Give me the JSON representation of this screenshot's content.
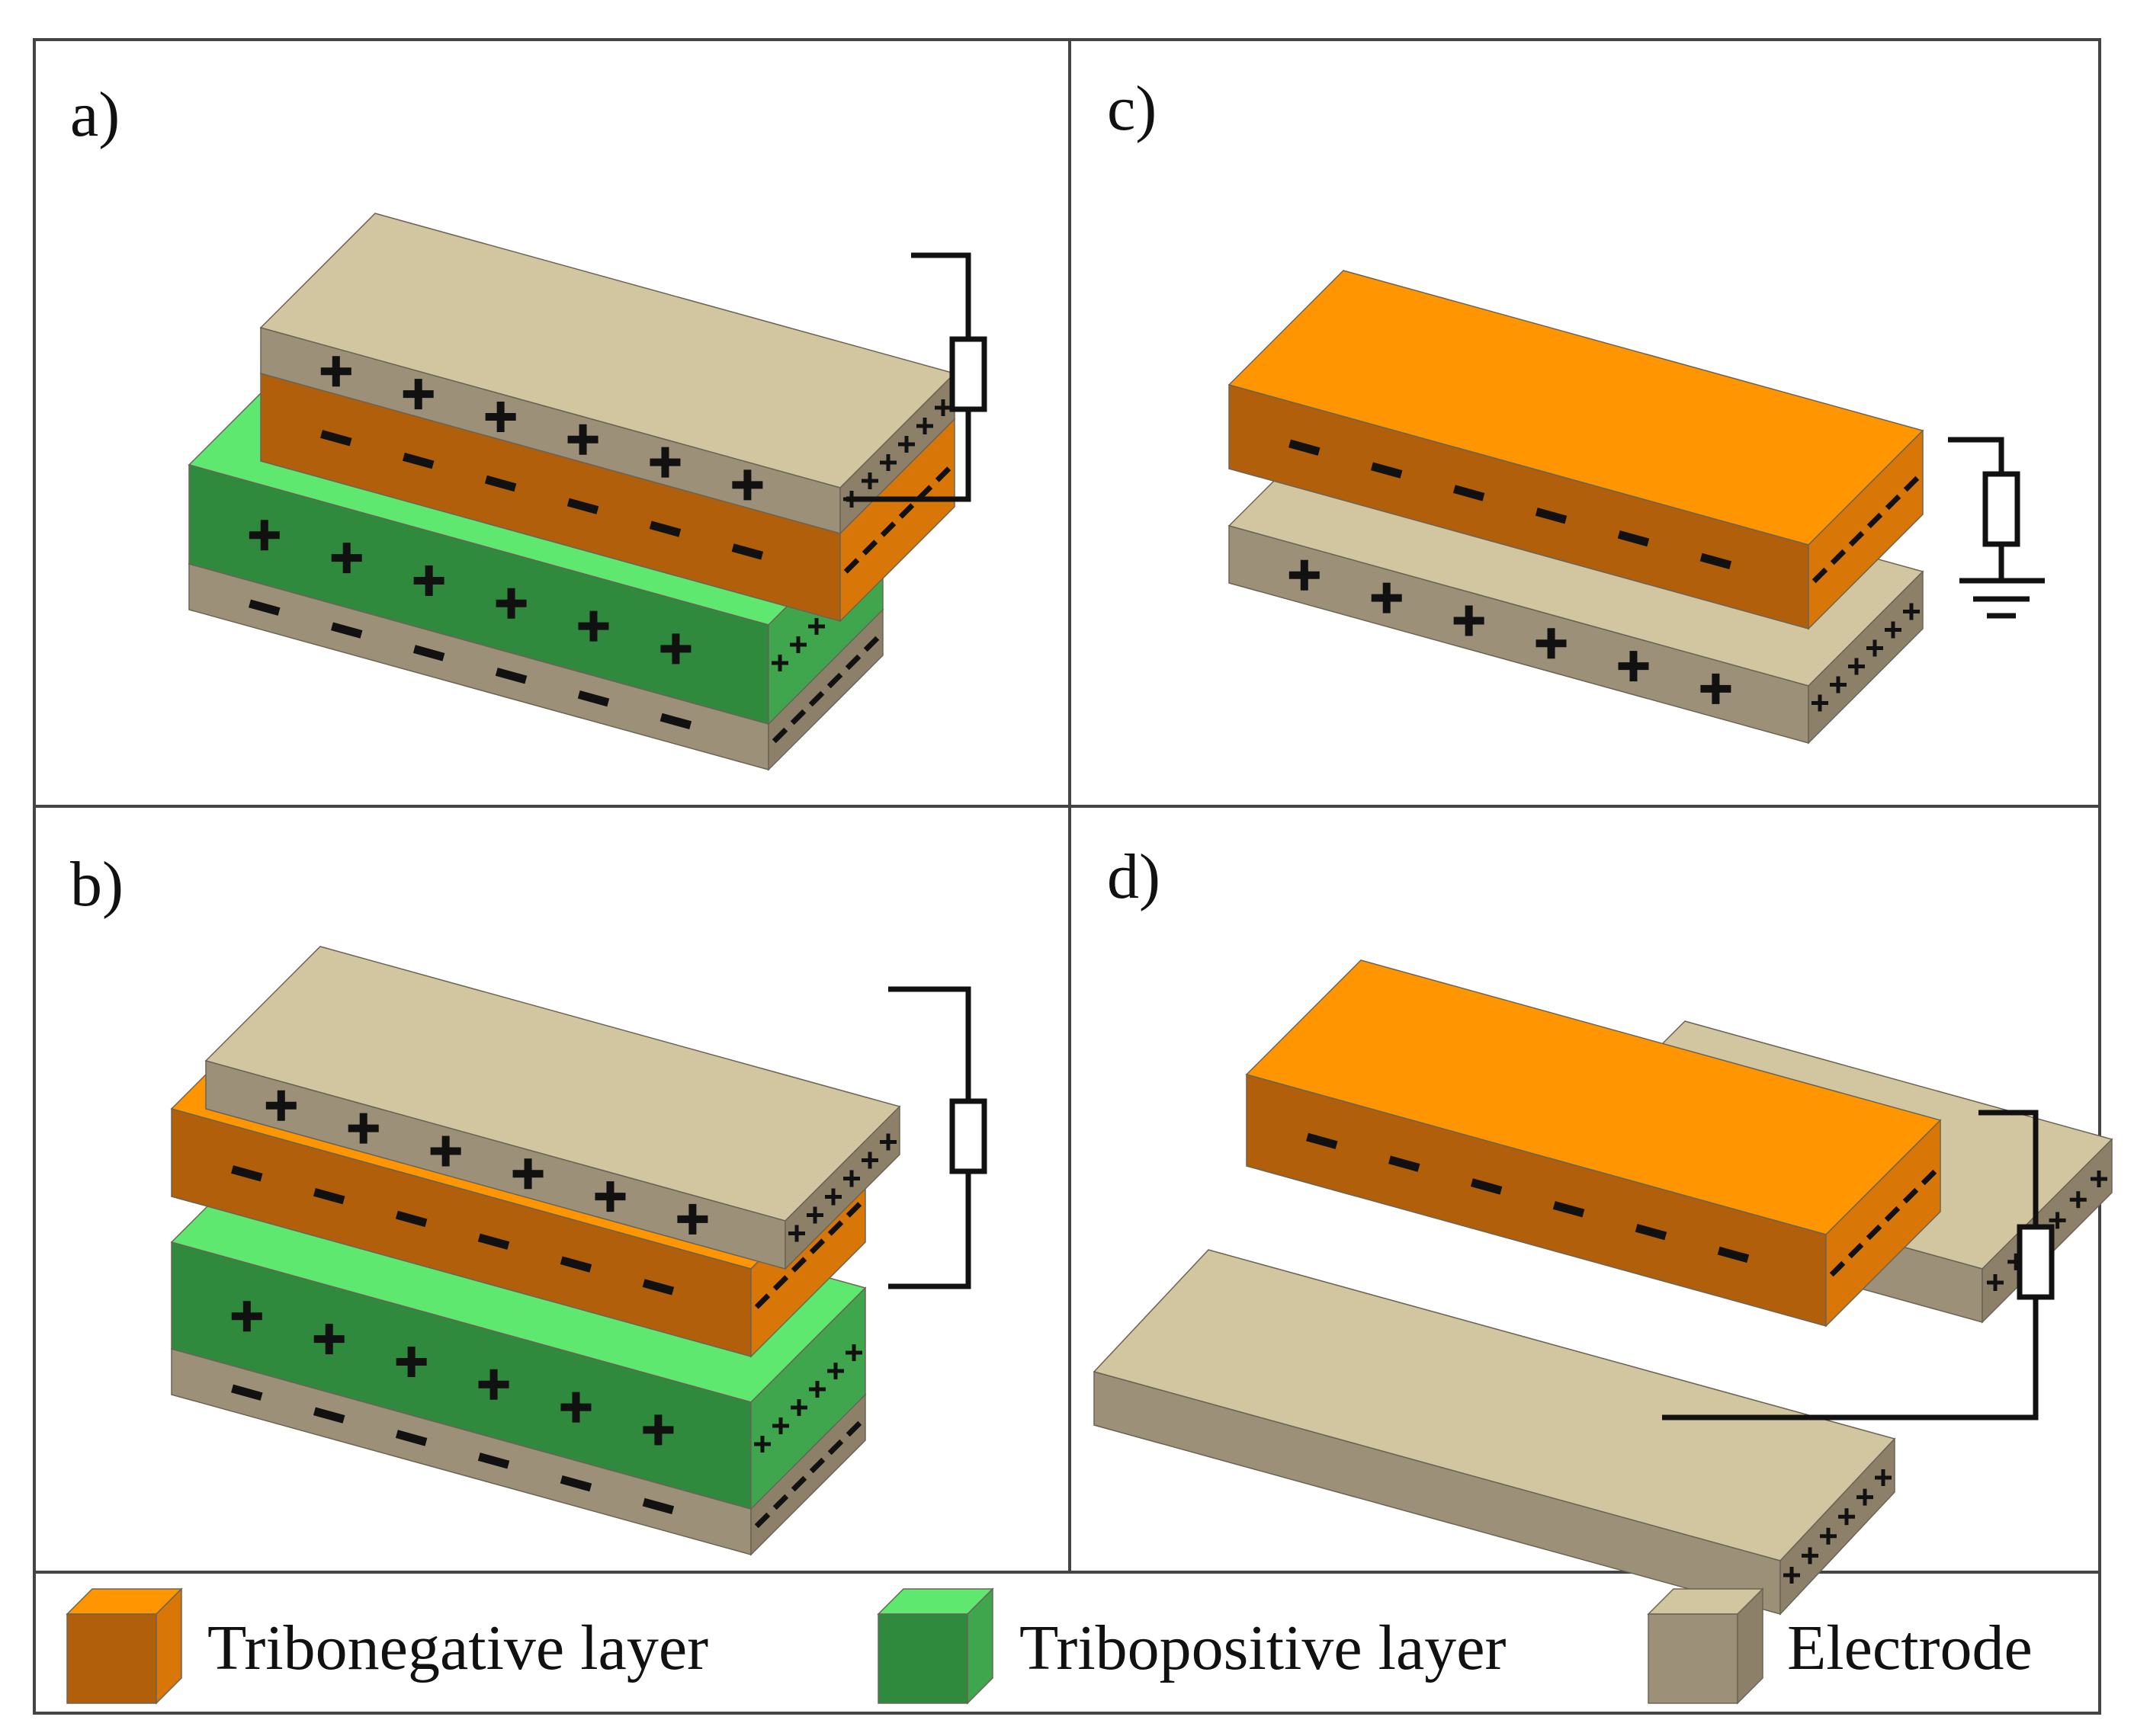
{
  "panels": [
    {
      "label": "a)"
    },
    {
      "label": "b)"
    },
    {
      "label": "c)"
    },
    {
      "label": "d)"
    }
  ],
  "legend": [
    {
      "label": "Tribonegative layer",
      "material": "tribonegative",
      "color": "#ff9500"
    },
    {
      "label": "Tribopositive layer",
      "material": "tribopositive",
      "color": "#5fe870"
    },
    {
      "label": "Electrode",
      "material": "electrode",
      "color": "#d2c6a0"
    }
  ],
  "materials": {
    "electrode": {
      "top": "#d2c6a0",
      "front": "#9c9079",
      "side": "#8c8069"
    },
    "tribonegative": {
      "top": "#ff9500",
      "front": "#b15f0a",
      "side": "#d87708"
    },
    "tribopositive": {
      "top": "#5fe870",
      "front": "#2f8a3d",
      "side": "#3fa64d"
    }
  },
  "charge_symbols": {
    "positive": "+",
    "negative": "−"
  }
}
